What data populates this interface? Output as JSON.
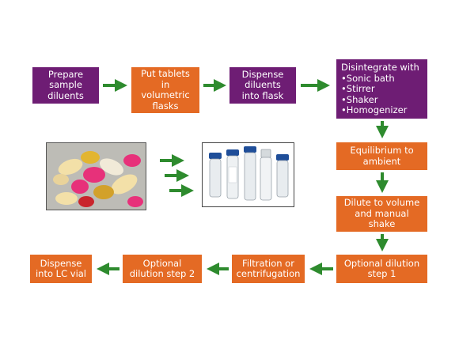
{
  "steps": {
    "prepare": "Prepare\nsample\ndiluents",
    "put_tablets": "Put tablets\nin\nvolumetric\nflasks",
    "dispense_diluents": "Dispense\ndiluents\ninto flask",
    "disintegrate": "Disintegrate with\n•Sonic bath\n•Stirrer\n•Shaker\n•Homogenizer",
    "equilibrium": "Equilibrium to\nambient",
    "dilute": "Dilute to volume\nand manual\nshake",
    "optional_dilution_1": "Optional dilution\nstep 1",
    "filtration": "Filtration or\ncentrifugation",
    "optional_dilution_2": "Optional\ndilution step 2",
    "dispense_lc": "Dispense\ninto LC vial"
  },
  "colors": {
    "purple": "#6e1d74",
    "orange": "#e46a24",
    "arrow": "#2e8b2e"
  },
  "images": {
    "tablets": "tablets-photo",
    "vials": "lc-vials-photo"
  }
}
